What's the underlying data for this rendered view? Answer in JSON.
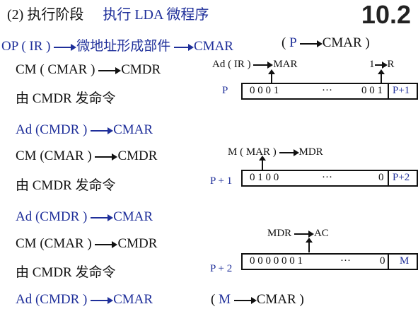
{
  "header": {
    "phase": "(2) 执行阶段",
    "subtitle": "执行 LDA 微程序",
    "badge": "10.2"
  },
  "colors": {
    "blue": "#1f2f9a",
    "black": "#111111"
  },
  "line1": {
    "left": "OP ( IR )",
    "middle": "微地址形成部件",
    "right": "CMAR",
    "note_open": "( P",
    "note_close": "CMAR )"
  },
  "block1": {
    "cm_left": "CM ( CMAR )",
    "cm_right": "CMDR",
    "cmd": "由 CMDR 发命令",
    "ann_left": "Ad ( IR )",
    "ann_mid": "MAR",
    "ann_one": "1",
    "ann_r": "R",
    "addr": "P",
    "reg_bits": "0 0 0 1",
    "reg_dots": "···",
    "reg_tail": "0 0 1",
    "reg_next": "P+1"
  },
  "block2": {
    "ad_left": "Ad (CMDR )",
    "ad_right": "CMAR",
    "cm_left": "CM (CMAR )",
    "cm_right": "CMDR",
    "cmd": "由 CMDR 发命令",
    "ann_left": "M ( MAR )",
    "ann_right": "MDR",
    "addr": "P + 1",
    "reg_bits": "0 1 0 0",
    "reg_dots": "···",
    "reg_tail": "0",
    "reg_next": "P+2"
  },
  "block3": {
    "ad_left": "Ad (CMDR )",
    "ad_right": "CMAR",
    "cm_left": "CM (CMAR )",
    "cm_right": "CMDR",
    "cmd": "由 CMDR 发命令",
    "ann_left": "MDR",
    "ann_right": "AC",
    "addr": "P + 2",
    "reg_bits": "0 0 0 0 0 0 1",
    "reg_dots": "···",
    "reg_tail": "0",
    "reg_next": "M"
  },
  "footer": {
    "ad_left": "Ad (CMDR )",
    "ad_right": "CMAR",
    "note_open": "( M",
    "note_close": "CMAR )"
  }
}
